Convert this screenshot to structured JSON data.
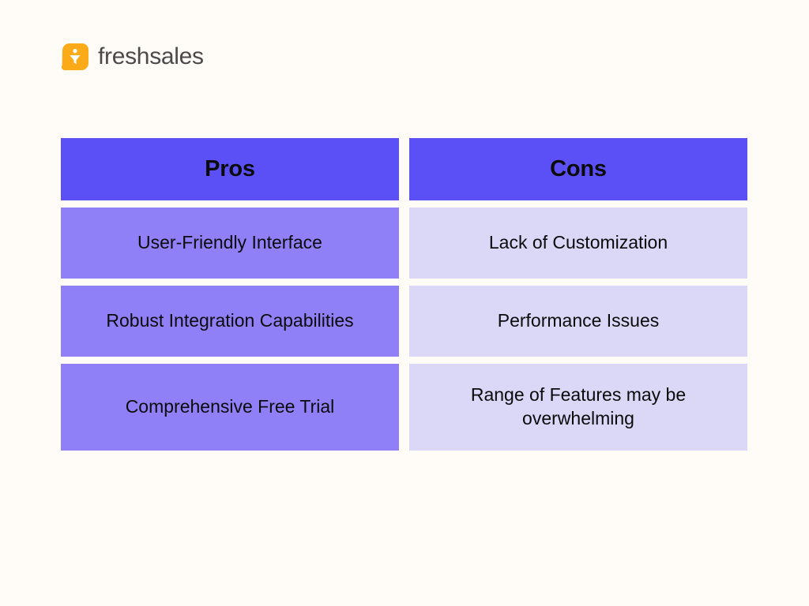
{
  "brand": {
    "name": "freshsales",
    "logo_icon": "funnel-icon",
    "logo_color": "#fbab18",
    "wordmark_color": "#4a4a4a"
  },
  "theme": {
    "background": "#fffbf7",
    "header_bg": "#5b50f5",
    "pros_bg": "#8f80f8",
    "cons_bg": "#dad7f7",
    "text": "#0b0b0b"
  },
  "table": {
    "columns": [
      {
        "key": "pros",
        "header": "Pros",
        "rows": [
          "User-Friendly Interface",
          "Robust Integration Capabilities",
          "Comprehensive Free Trial"
        ]
      },
      {
        "key": "cons",
        "header": "Cons",
        "rows": [
          "Lack of Customization",
          "Performance Issues",
          "Range of Features may be overwhelming"
        ]
      }
    ]
  }
}
